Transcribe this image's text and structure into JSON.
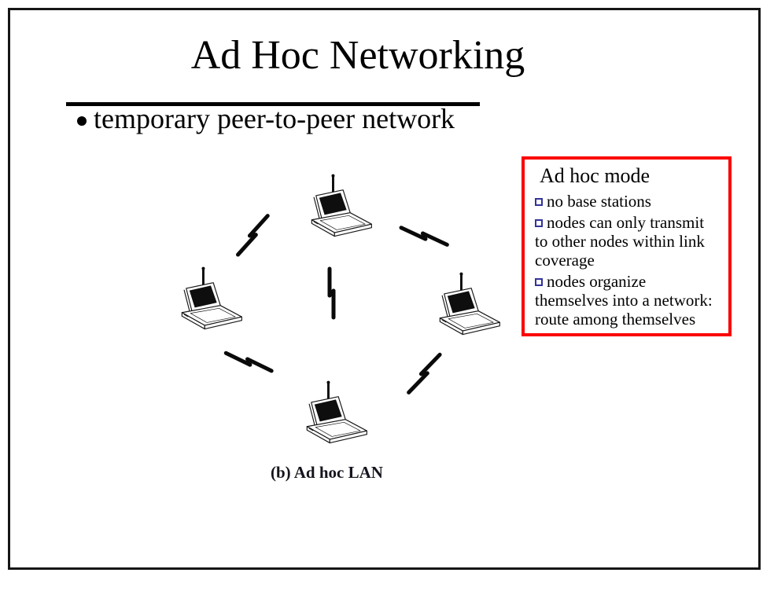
{
  "slide": {
    "title": "Ad Hoc Networking",
    "bullet_text": "temporary peer-to-peer network"
  },
  "figure": {
    "caption": "(b) Ad hoc LAN",
    "node_icons": [
      "laptop-top",
      "laptop-left",
      "laptop-right",
      "laptop-bottom"
    ],
    "link_icon": "wireless-flash"
  },
  "callout": {
    "title": "Ad hoc mode",
    "items": [
      "no base stations",
      "nodes can only transmit\nto other nodes within link\ncoverage",
      "nodes organize\nthemselves into a network:\nroute among themselves"
    ],
    "border_color": "#fb0000",
    "bullet_color": "#333399"
  }
}
